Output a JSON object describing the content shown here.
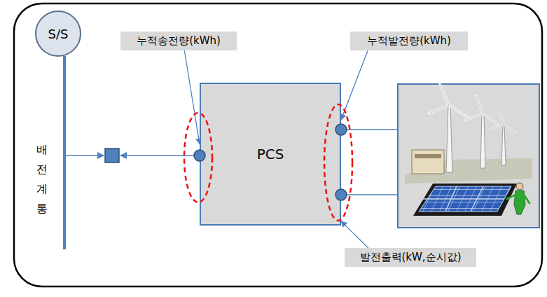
{
  "diagram": {
    "nodes": [
      {
        "text": [
          "S/S"
        ]
      },
      {
        "text": [
          "PCS"
        ]
      },
      {
        "text": [
          "누적송전량(kWh)"
        ]
      },
      {
        "text": [
          "누적발전량(kWh)"
        ]
      },
      {
        "text": [
          "발전출력(kW,순시값)"
        ]
      }
    ],
    "edges": [
      {
        "from": 2,
        "to": 1,
        "arrow": "to"
      },
      {
        "from": 3,
        "to": 1,
        "arrow": "to"
      },
      {
        "from": 4,
        "to": 1,
        "arrow": "to"
      }
    ],
    "labels": [
      "배전계통"
    ]
  }
}
